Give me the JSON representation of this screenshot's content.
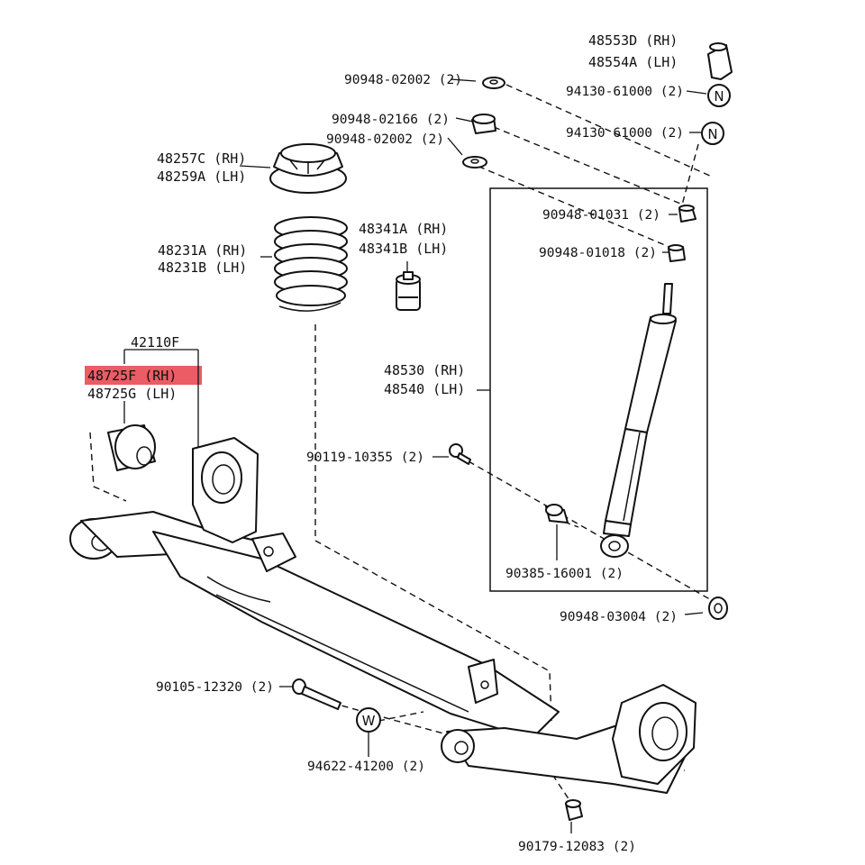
{
  "labels": {
    "bumper_rh": "48553D (RH)",
    "bumper_lh": "48554A (LH)",
    "nut_top_1": "94130-61000 (2)",
    "nut_top_2": "94130 61000 (2)",
    "washer_02002_a": "90948-02002 (2)",
    "washer_02166": "90948-02166 (2)",
    "washer_02002_b": "90948-02002 (2)",
    "insulator_rh": "48257C (RH)",
    "insulator_lh": "48259A (LH)",
    "spring_rh": "48231A (RH)",
    "spring_lh": "48231B (LH)",
    "stopper_rh": "48341A (RH)",
    "stopper_lh": "48341B (LH)",
    "cushion_01031": "90948-01031 (2)",
    "cushion_01018": "90948-01018 (2)",
    "beam": "42110F",
    "bushing_rh": "48725F (RH)",
    "bushing_lh": "48725G (LH)",
    "absorber_rh": "48530 (RH)",
    "absorber_lh": "48540 (LH)",
    "bolt_10355": "90119-10355 (2)",
    "bushing_16001": "90385-16001 (2)",
    "washer_03004": "90948-03004 (2)",
    "bolt_12320": "90105-12320 (2)",
    "nut_41200": "94622-41200 (2)",
    "bolt_12083": "90179-12083 (2)"
  },
  "symbols": {
    "nut_symbol": "N",
    "washer_symbol": "W"
  },
  "colors": {
    "highlight": "#e8404a",
    "line": "#111111"
  },
  "highlighted_part": "48725F (RH)"
}
